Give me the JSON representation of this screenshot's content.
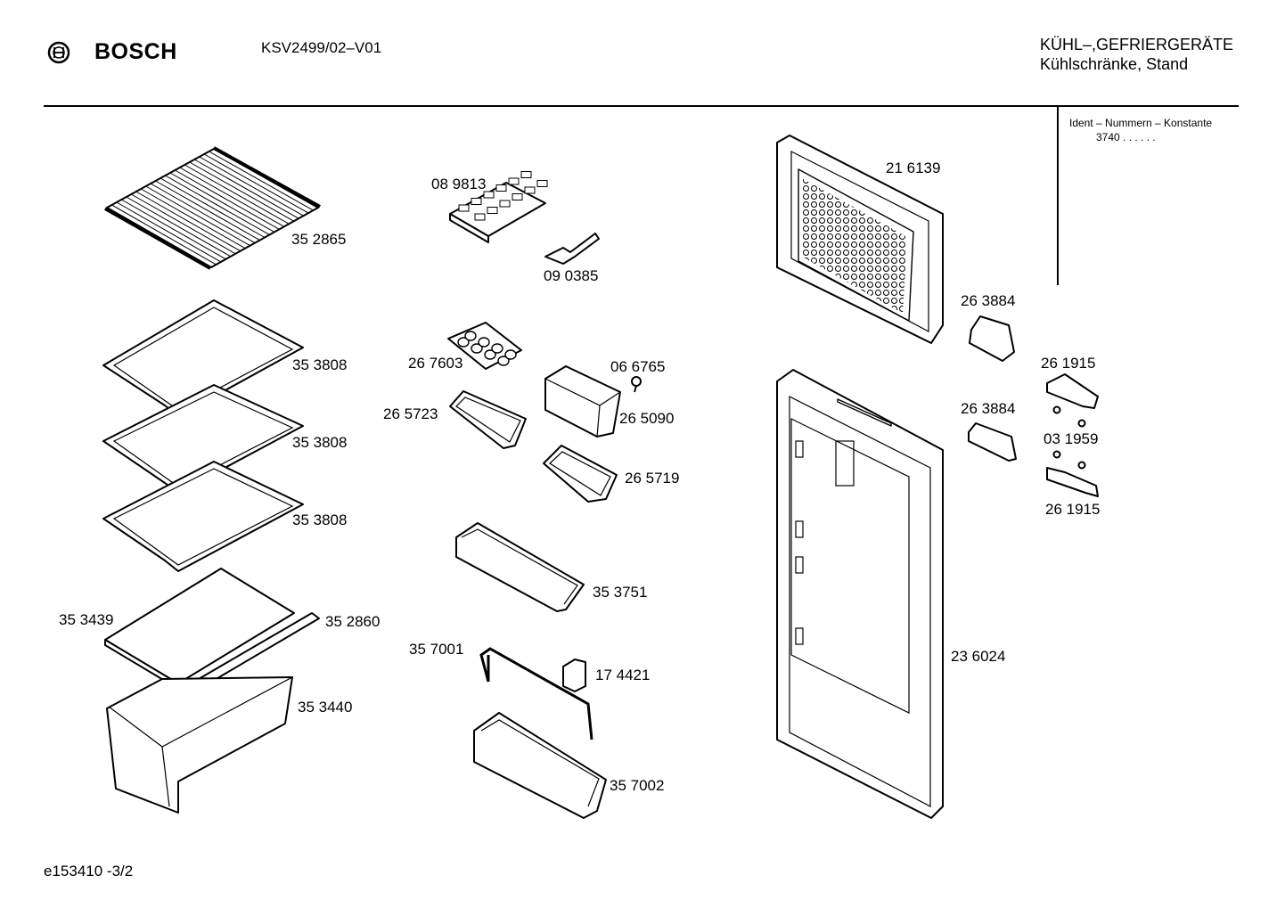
{
  "header": {
    "brand": "BOSCH",
    "model": "KSV2499/02–V01",
    "category_line1": "KÜHL–,GEFRIERGERÄTE",
    "category_line2": "Kühlschränke, Stand",
    "ident_label": "Ident – Nummern – Konstante",
    "ident_value": "3740 . . . . . ."
  },
  "footer": {
    "code": "e153410   -3/2"
  },
  "parts": {
    "p352865": "35 2865",
    "p353808a": "35 3808",
    "p353808b": "35 3808",
    "p353808c": "35 3808",
    "p353439": "35 3439",
    "p352860": "35 2860",
    "p353440": "35 3440",
    "p089813": "08 9813",
    "p090385": "09 0385",
    "p267603": "26 7603",
    "p066765": "06 6765",
    "p265723": "26 5723",
    "p265090": "26 5090",
    "p265719": "26 5719",
    "p353751": "35 3751",
    "p357001": "35 7001",
    "p174421": "17 4421",
    "p357002": "35 7002",
    "p216139": "21 6139",
    "p263884a": "26 3884",
    "p263884b": "26 3884",
    "p261915a": "26 1915",
    "p031959": "03 1959",
    "p261915b": "26 1915",
    "p236024": "23 6024"
  }
}
